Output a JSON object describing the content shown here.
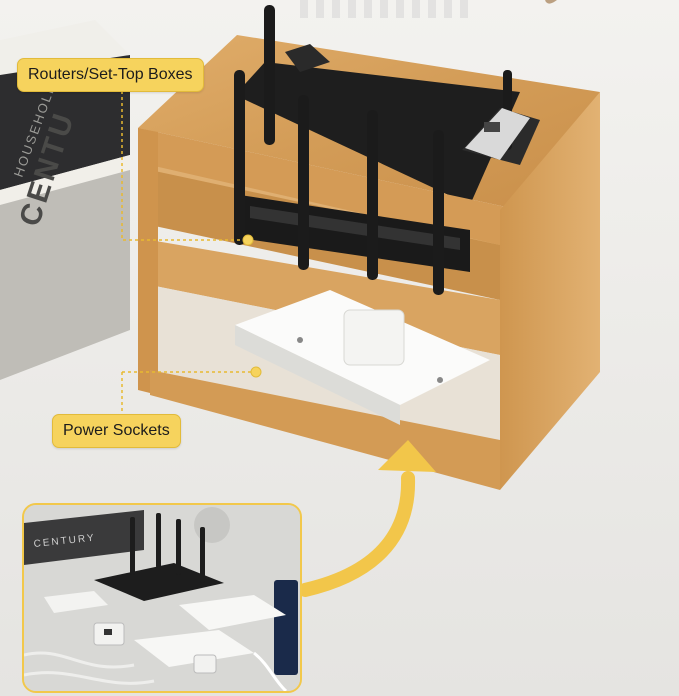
{
  "callouts": {
    "routers": "Routers/Set-Top Boxes",
    "power": "Power Sockets"
  },
  "book": {
    "spine_top": "HOUSEHOLD",
    "spine_main": "CENTU"
  },
  "inset": {
    "spine_text": "CENTURY"
  },
  "colors": {
    "callout": "#f6d35d",
    "wood": "#d8a35e",
    "wood_dark": "#b9823f",
    "arrow": "#f2c64a",
    "inset_border": "#f2c84b",
    "background": "#ecebe8"
  }
}
